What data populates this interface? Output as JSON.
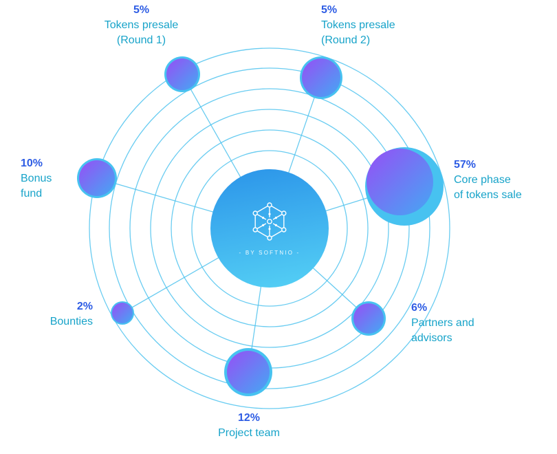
{
  "colors": {
    "pct": "#2d5ce4",
    "label": "#17a3c9",
    "ring": "#4fc3ee",
    "halo": "#47c2f0",
    "node_grad_start": "#8a5cf5",
    "node_grad_end": "#44a8f3",
    "hub_grad_start": "#2b94e9",
    "hub_grad_end": "#55d1f5"
  },
  "hub": {
    "brand": "- BY SOFTNIO -"
  },
  "segments": [
    {
      "id": "tokens-presale-round-1",
      "pct": "5%",
      "lines": [
        "Tokens presale",
        "(Round 1)"
      ]
    },
    {
      "id": "tokens-presale-round-2",
      "pct": "5%",
      "lines": [
        "Tokens presale",
        "(Round 2)"
      ]
    },
    {
      "id": "core-phase",
      "pct": "57%",
      "lines": [
        "Core phase",
        "of tokens sale"
      ]
    },
    {
      "id": "partners-advisors",
      "pct": "6%",
      "lines": [
        "Partners and",
        "advisors"
      ]
    },
    {
      "id": "project-team",
      "pct": "12%",
      "lines": [
        "Project team"
      ]
    },
    {
      "id": "bounties",
      "pct": "2%",
      "lines": [
        "Bounties"
      ]
    },
    {
      "id": "bonus-fund",
      "pct": "10%",
      "lines": [
        "Bonus",
        "fund"
      ]
    }
  ],
  "chart_data": {
    "type": "pie",
    "title": "",
    "categories": [
      "Tokens presale (Round 1)",
      "Tokens presale (Round 2)",
      "Core phase of tokens sale",
      "Partners and advisors",
      "Project team",
      "Bounties",
      "Bonus fund"
    ],
    "values": [
      5,
      5,
      57,
      6,
      12,
      2,
      10
    ]
  }
}
